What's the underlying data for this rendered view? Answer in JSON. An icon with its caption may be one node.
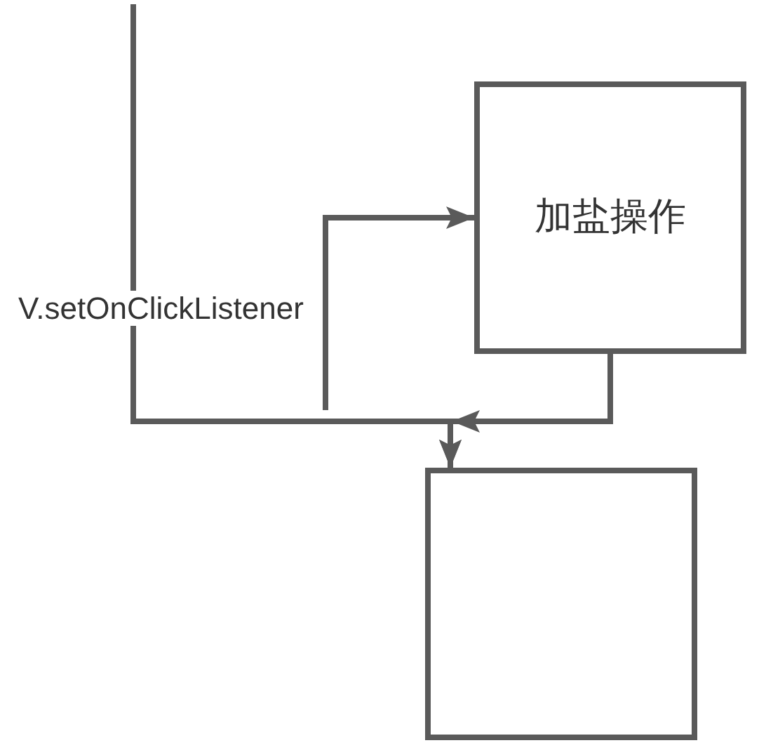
{
  "diagram": {
    "nodes": [
      {
        "text": [
          "加盐操作"
        ]
      },
      {
        "text": [],
        "shape": "box"
      }
    ],
    "edges": [
      {
        "from": null,
        "to": 0,
        "arrow": "to"
      },
      {
        "from": null,
        "to": 1,
        "arrow": "to",
        "label": "V.setOnClickListener"
      },
      {
        "from": 0,
        "to": 1,
        "arrow": "to"
      }
    ]
  }
}
